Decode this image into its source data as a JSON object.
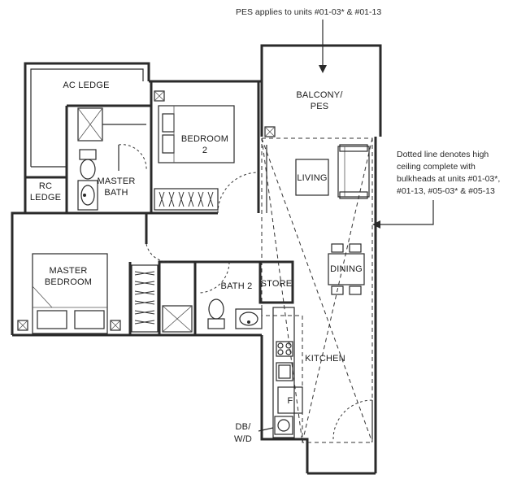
{
  "rooms": {
    "ac_ledge": "AC LEDGE",
    "rc_ledge_1": "RC",
    "rc_ledge_2": "LEDGE",
    "master_bath_1": "MASTER",
    "master_bath_2": "BATH",
    "bedroom2_1": "BEDROOM",
    "bedroom2_2": "2",
    "balcony_1": "BALCONY/",
    "balcony_2": "PES",
    "living": "LIVING",
    "dining": "DINING",
    "master_bedroom_1": "MASTER",
    "master_bedroom_2": "BEDROOM",
    "bath2": "BATH 2",
    "store": "STORE",
    "kitchen": "KITCHEN",
    "db_wd_1": "DB/",
    "db_wd_2": "W/D",
    "fridge": "F"
  },
  "notes": {
    "pes": "PES applies to units #01-03* & #01-13",
    "ceiling_1": "Dotted line denotes high",
    "ceiling_2": "ceiling complete with",
    "ceiling_3": "bulkheads at units #01-03*,",
    "ceiling_4": "#01-13, #05-03* & #05-13"
  }
}
